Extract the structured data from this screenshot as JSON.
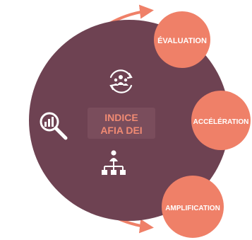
{
  "center": {
    "title_line1": "INDICE",
    "title_line2": "AFIA DEI"
  },
  "stages": [
    {
      "label": "ÉVALUATION"
    },
    {
      "label": "ACCÉLÉRATION"
    },
    {
      "label": "AMPLIFICATION"
    }
  ],
  "icons": {
    "top": "team-cycle-icon",
    "left": "magnify-chart-icon",
    "bottom": "hierarchy-icon"
  },
  "colors": {
    "disc": "#6e4252",
    "accent": "#ef8068",
    "center_box": "#7a4d5c",
    "center_text": "#f08a73",
    "stage_text": "#ffffff",
    "icon": "#ffffff"
  }
}
